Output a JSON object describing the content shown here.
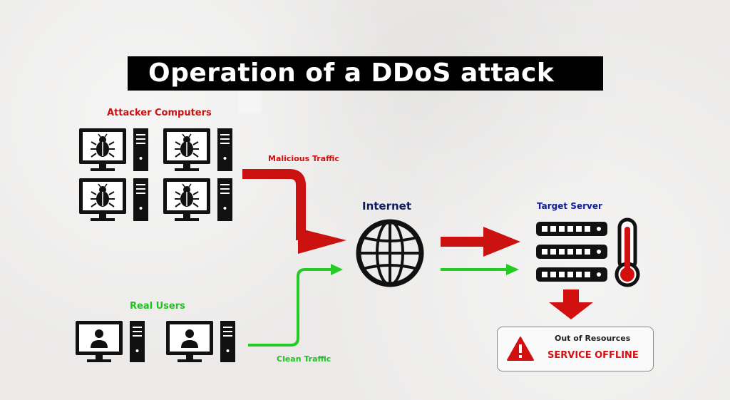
{
  "title": "Operation of a DDoS attack",
  "labels": {
    "attackers": "Attacker Computers",
    "malicious": "Malicious Traffic",
    "internet": "Internet",
    "target": "Target Server",
    "real_users": "Real Users",
    "clean": "Clean Traffic"
  },
  "status": {
    "resources": "Out of Resources",
    "offline": "SERVICE OFFLINE"
  },
  "colors": {
    "malicious": "#cc1111",
    "clean": "#22cc22",
    "internet_label": "#0d1b5e",
    "target_label": "#0f1e9e",
    "offline": "#d31010"
  },
  "icons": {
    "attacker": "computer-bug-icon",
    "user": "computer-user-icon",
    "internet": "globe-icon",
    "server": "server-rack-icon",
    "thermometer": "thermometer-icon",
    "warning": "warning-icon"
  }
}
